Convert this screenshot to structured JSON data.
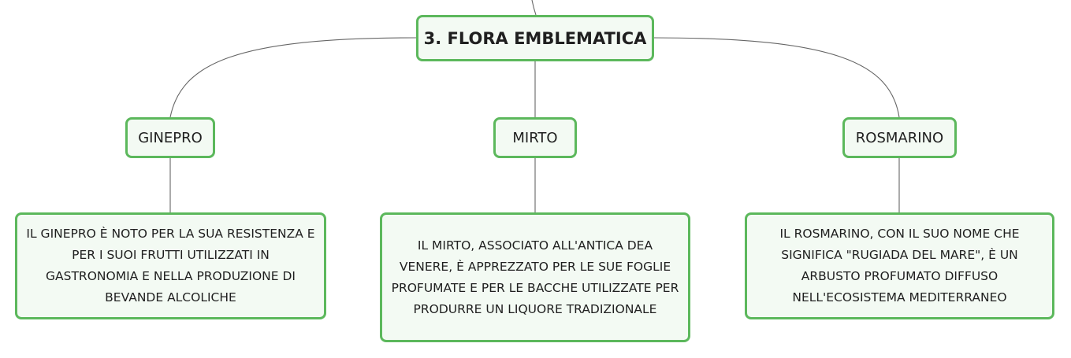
{
  "root": {
    "title": "3. FLORA EMBLEMATICA"
  },
  "topics": [
    {
      "label": "GINEPRO",
      "description": "IL GINEPRO È NOTO PER LA SUA RESISTENZA E PER I SUOI FRUTTI UTILIZZATI IN GASTRONOMIA E NELLA PRODUZIONE DI BEVANDE ALCOLICHE"
    },
    {
      "label": "MIRTO",
      "description": "IL MIRTO, ASSOCIATO ALL'ANTICA DEA VENERE, È APPREZZATO PER LE SUE FOGLIE PROFUMATE E PER LE BACCHE UTILIZZATE PER PRODURRE UN LIQUORE TRADIZIONALE"
    },
    {
      "label": "ROSMARINO",
      "description": "IL ROSMARINO, CON IL SUO NOME CHE SIGNIFICA \"RUGIADA DEL MARE\", È UN ARBUSTO PROFUMATO DIFFUSO NELL'ECOSISTEMA MEDITERRANEO"
    }
  ],
  "colors": {
    "node_border": "#5cb85c",
    "node_fill": "#f3faf3",
    "connector": "#666666"
  }
}
